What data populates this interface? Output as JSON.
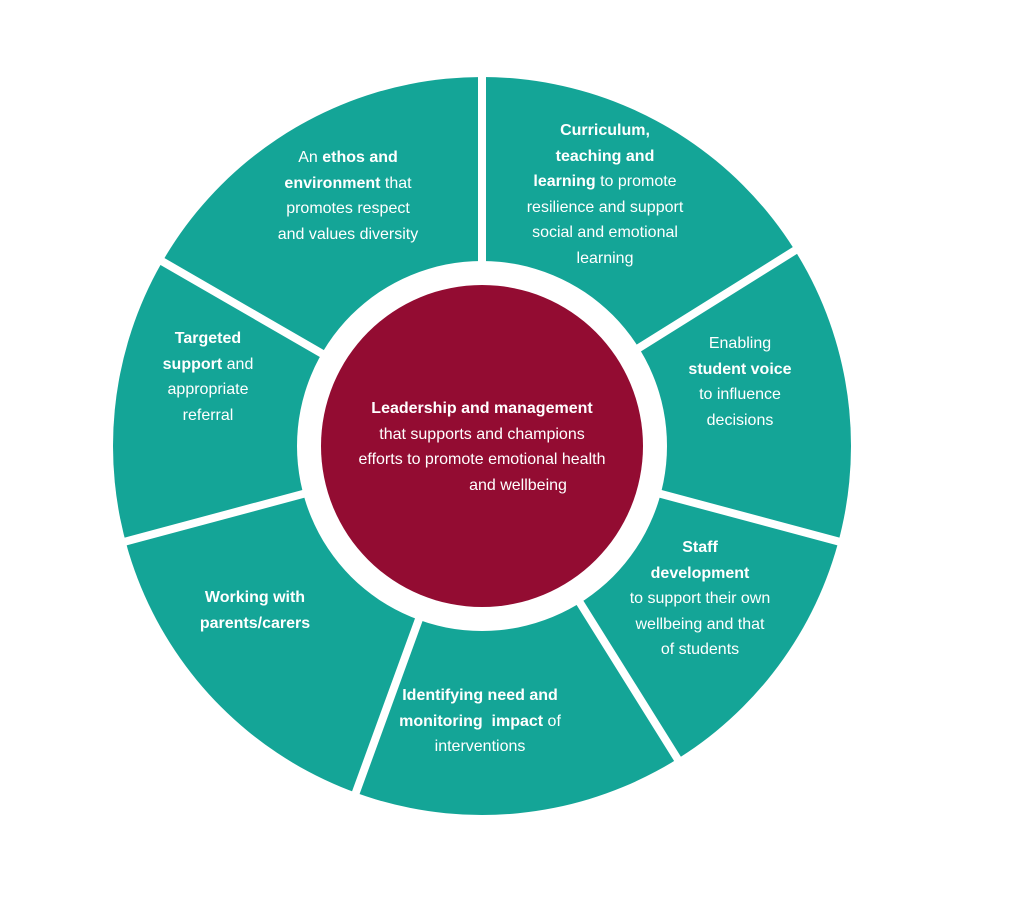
{
  "colors": {
    "segment": "#14a597",
    "center": "#930c32",
    "divider": "#ffffff",
    "text": "#ffffff"
  },
  "center": {
    "bold": "Leadership and management",
    "text": [
      "that supports and champions",
      "efforts to promote emotional health",
      "and wellbeing"
    ]
  },
  "segments": [
    {
      "id": "curriculum",
      "lines": [
        [
          {
            "t": "Curriculum,",
            "b": true
          }
        ],
        [
          {
            "t": "teaching and",
            "b": true
          }
        ],
        [
          {
            "t": "learning",
            "b": true
          },
          {
            "t": " to promote",
            "b": false
          }
        ],
        [
          {
            "t": "resilience and support",
            "b": false
          }
        ],
        [
          {
            "t": "social and emotional",
            "b": false
          }
        ],
        [
          {
            "t": "learning",
            "b": false
          }
        ]
      ]
    },
    {
      "id": "student-voice",
      "lines": [
        [
          {
            "t": "Enabling",
            "b": false
          }
        ],
        [
          {
            "t": "student voice",
            "b": true
          }
        ],
        [
          {
            "t": "to influence",
            "b": false
          }
        ],
        [
          {
            "t": "decisions",
            "b": false
          }
        ]
      ]
    },
    {
      "id": "staff-development",
      "lines": [
        [
          {
            "t": "Staff",
            "b": true
          }
        ],
        [
          {
            "t": "development",
            "b": true
          }
        ],
        [
          {
            "t": "to support their own",
            "b": false
          }
        ],
        [
          {
            "t": "wellbeing and that",
            "b": false
          }
        ],
        [
          {
            "t": "of students",
            "b": false
          }
        ]
      ]
    },
    {
      "id": "identifying-need",
      "lines": [
        [
          {
            "t": "Identifying need and",
            "b": true
          }
        ],
        [
          {
            "t": "monitoring  impact",
            "b": true
          },
          {
            "t": " of",
            "b": false
          }
        ],
        [
          {
            "t": "interventions",
            "b": false
          }
        ]
      ]
    },
    {
      "id": "parents-carers",
      "lines": [
        [
          {
            "t": "Working with",
            "b": true
          }
        ],
        [
          {
            "t": "parents/carers",
            "b": true
          }
        ]
      ]
    },
    {
      "id": "targeted-support",
      "lines": [
        [
          {
            "t": "Targeted",
            "b": true
          }
        ],
        [
          {
            "t": "support",
            "b": true
          },
          {
            "t": " and",
            "b": false
          }
        ],
        [
          {
            "t": "appropriate",
            "b": false
          }
        ],
        [
          {
            "t": "referral",
            "b": false
          }
        ]
      ]
    },
    {
      "id": "ethos",
      "lines": [
        [
          {
            "t": "An ",
            "b": false
          },
          {
            "t": "ethos and",
            "b": true
          }
        ],
        [
          {
            "t": "environment",
            "b": true
          },
          {
            "t": " that",
            "b": false
          }
        ],
        [
          {
            "t": "promotes respect",
            "b": false
          }
        ],
        [
          {
            "t": "and values diversity",
            "b": false
          }
        ]
      ]
    }
  ]
}
